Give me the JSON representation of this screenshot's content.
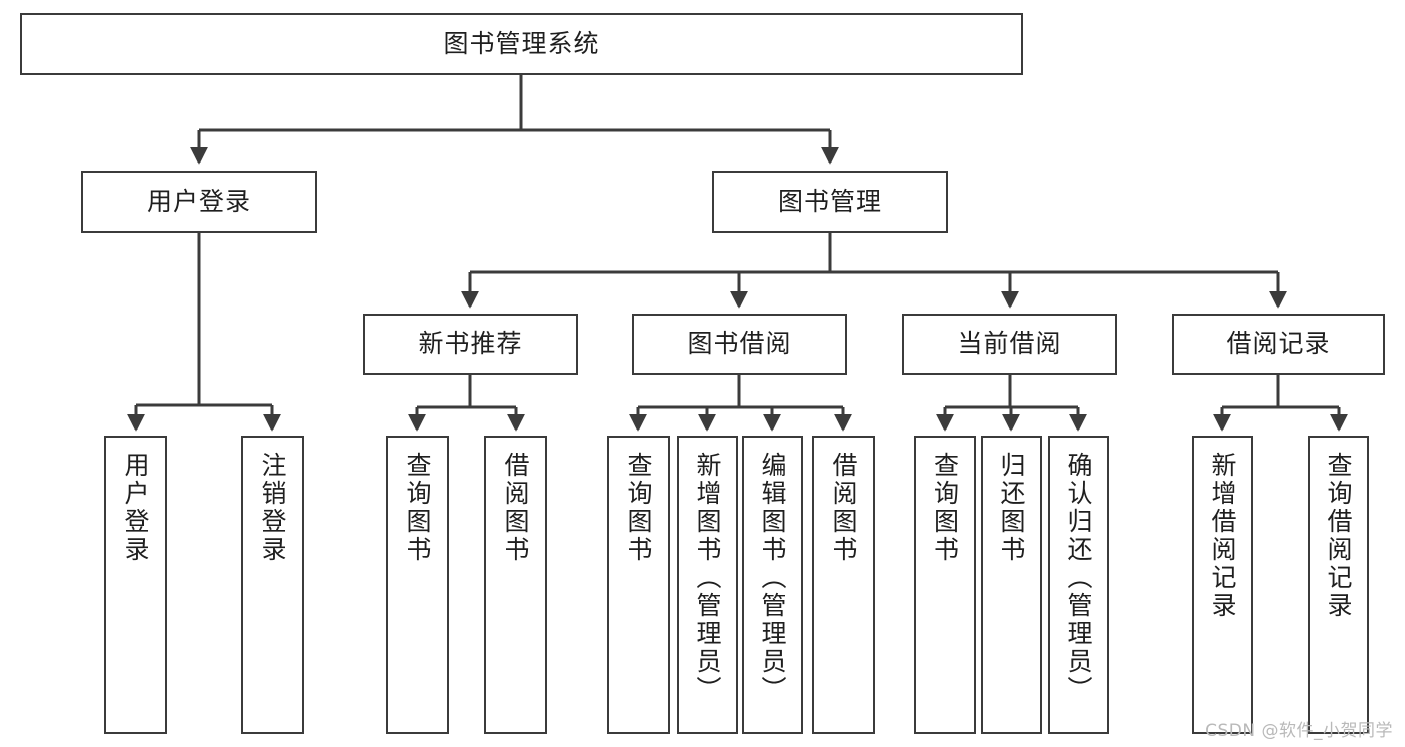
{
  "diagram": {
    "title": "图书管理系统",
    "type": "tree",
    "stroke_color": "#3b3b3b",
    "background_color": "#ffffff",
    "text_color": "#1f1f1f",
    "watermark": "CSDN @软件_小贺同学",
    "nodes": {
      "root": "图书管理系统",
      "level2": {
        "user_login": "用户登录",
        "book_manage": "图书管理"
      },
      "level3": {
        "new_book_rec": "新书推荐",
        "book_borrow": "图书借阅",
        "current_borrow": "当前借阅",
        "borrow_record": "借阅记录"
      },
      "leaves": {
        "user_login_1": "用户登录",
        "user_login_2": "注销登录",
        "new_book_rec_1": "查询图书",
        "new_book_rec_2": "借阅图书",
        "book_borrow_1": "查询图书",
        "book_borrow_2": "新增图书（管理员）",
        "book_borrow_3": "编辑图书（管理员）",
        "book_borrow_4": "借阅图书",
        "current_borrow_1": "查询图书",
        "current_borrow_2": "归还图书",
        "current_borrow_3": "确认归还（管理员）",
        "borrow_record_1": "新增借阅记录",
        "borrow_record_2": "查询借阅记录"
      }
    }
  }
}
